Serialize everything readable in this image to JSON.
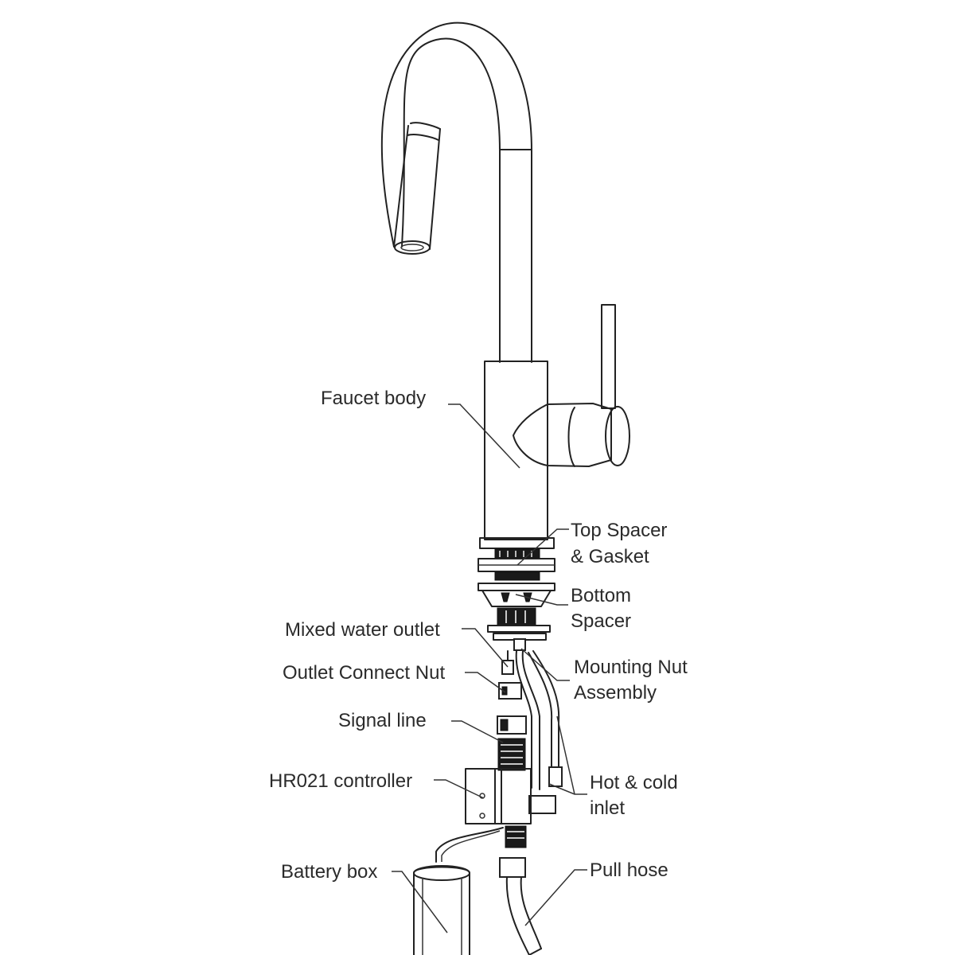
{
  "labels": {
    "faucet_body": "Faucet body",
    "top_spacer_1": "Top Spacer",
    "top_spacer_2": "& Gasket",
    "bottom_spacer_1": "Bottom",
    "bottom_spacer_2": "Spacer",
    "mixed_water_outlet": "Mixed water outlet",
    "mounting_nut_1": "Mounting Nut",
    "mounting_nut_2": "Assembly",
    "outlet_connect_nut": "Outlet Connect Nut",
    "signal_line": "Signal line",
    "controller": "HR021 controller",
    "hot_cold_1": "Hot & cold",
    "hot_cold_2": "inlet",
    "battery_box": "Battery box",
    "pull_hose": "Pull hose"
  }
}
